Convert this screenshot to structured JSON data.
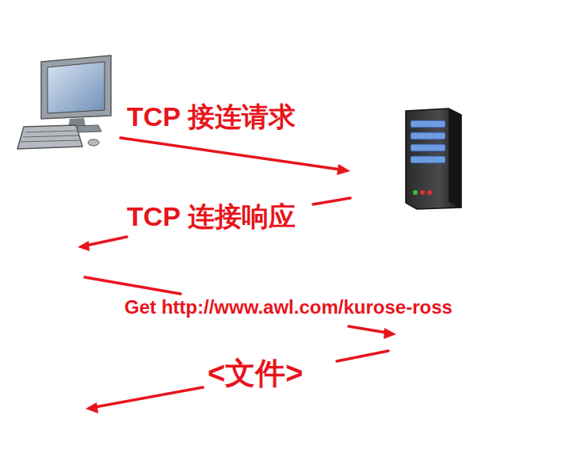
{
  "diagram": {
    "labels": [
      "TCP 接连请求",
      "TCP 连接响应",
      "Get http://www.awl.com/kurose-ross",
      "<文件>"
    ]
  }
}
